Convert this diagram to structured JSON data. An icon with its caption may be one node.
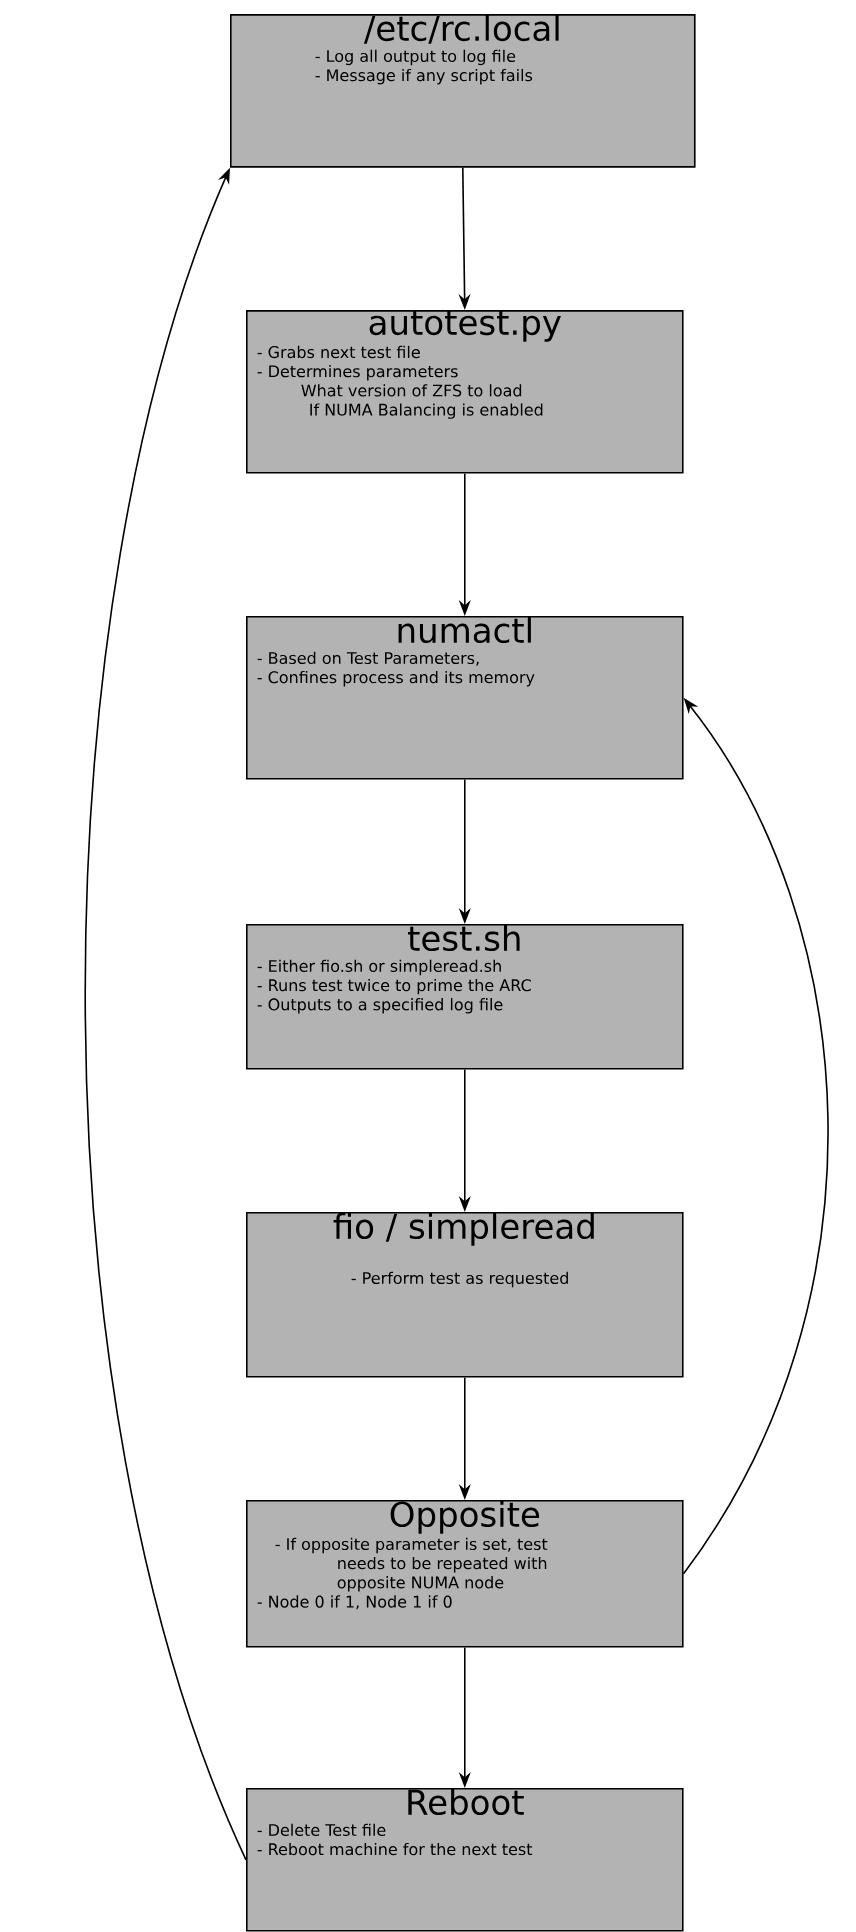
{
  "diagram": {
    "nodes": [
      {
        "text": [
          "/etc/rc.local",
          "- Log all output to log file",
          "- Message if any script fails"
        ]
      },
      {
        "text": [
          "autotest.py",
          "- Grabs next test file",
          "- Determines parameters",
          "What version of ZFS to load",
          "If NUMA Balancing is enabled"
        ]
      },
      {
        "text": [
          "numactl",
          "- Based on Test Parameters,",
          "- Confines process and its memory"
        ]
      },
      {
        "text": [
          "test.sh",
          "- Either fio.sh or simpleread.sh",
          "- Runs test twice to prime the ARC",
          "- Outputs to a specified log file"
        ]
      },
      {
        "text": [
          "fio / simpleread",
          "- Perform test as requested"
        ]
      },
      {
        "text": [
          "Opposite",
          "- If opposite parameter is set, test needs to be repeated with opposite NUMA node",
          "- Node 0 if 1, Node 1 if 0"
        ]
      },
      {
        "text": [
          "Reboot",
          "- Delete Test file",
          "- Reboot machine for the next test"
        ]
      }
    ],
    "edges": [
      {
        "from": 0,
        "to": 1,
        "arrow": "to"
      },
      {
        "from": 1,
        "to": 2,
        "arrow": "to"
      },
      {
        "from": 2,
        "to": 3,
        "arrow": "to"
      },
      {
        "from": 3,
        "to": 4,
        "arrow": "to"
      },
      {
        "from": 4,
        "to": 5,
        "arrow": "to"
      },
      {
        "from": 5,
        "to": 6,
        "arrow": "to"
      },
      {
        "from": 6,
        "to": 0,
        "arrow": "to"
      },
      {
        "from": 5,
        "to": 2,
        "arrow": "to"
      }
    ]
  }
}
